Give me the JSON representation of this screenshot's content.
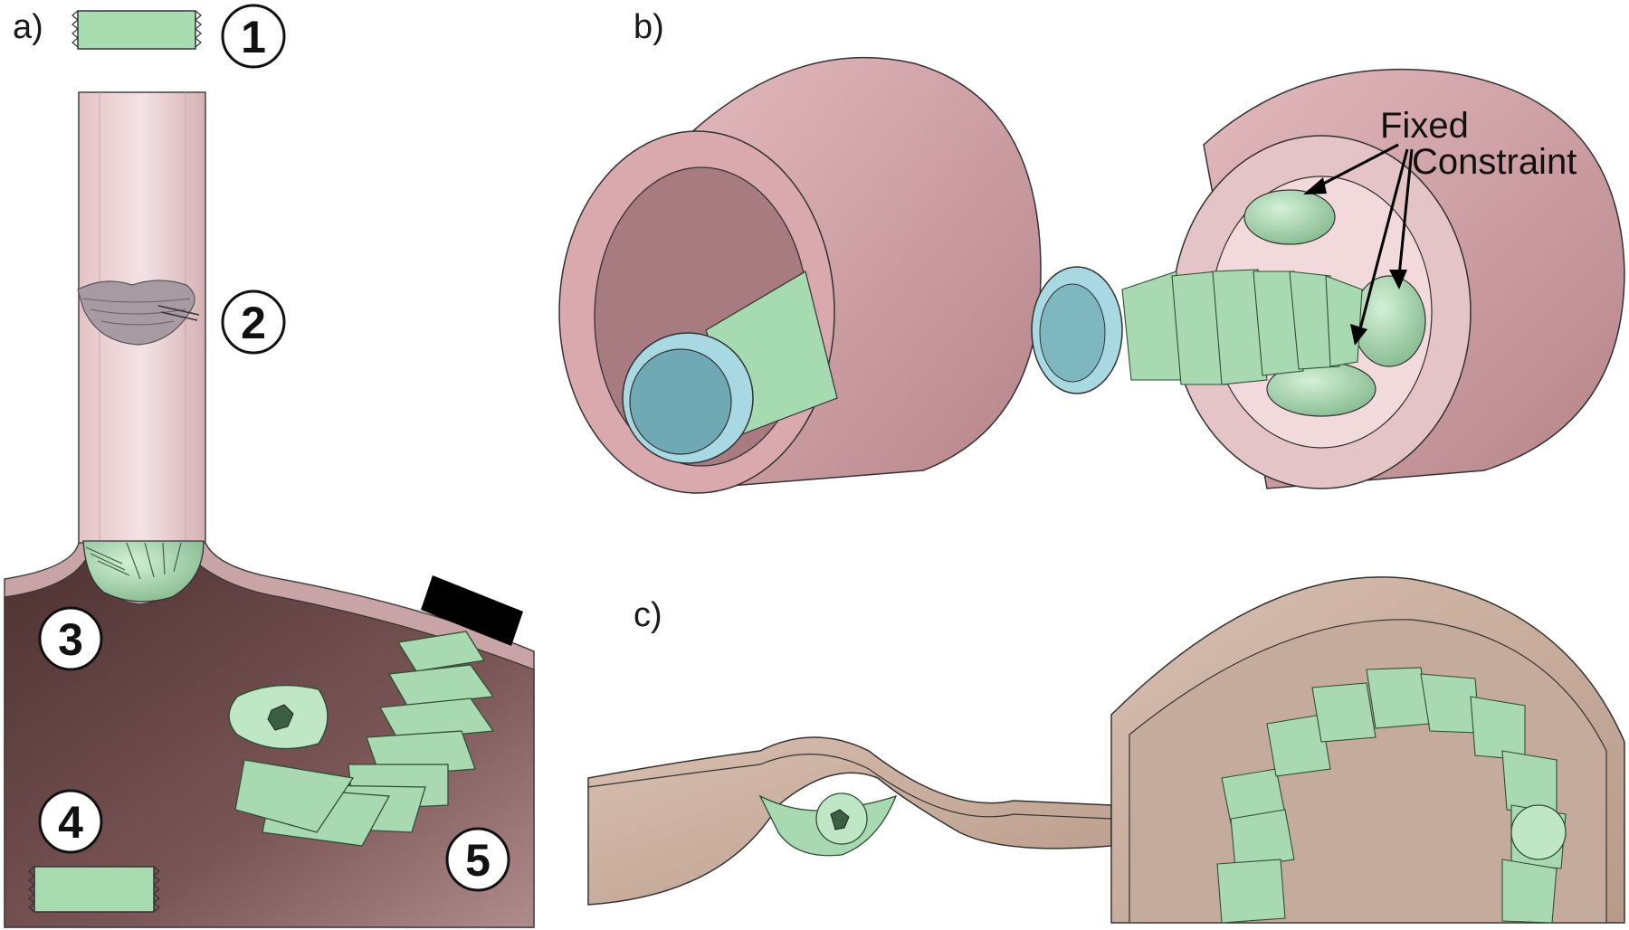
{
  "figure": {
    "panel_labels": {
      "a": "a)",
      "b": "b)",
      "c": "c)"
    },
    "steps": [
      "1",
      "2",
      "3",
      "4",
      "5"
    ],
    "annotation": {
      "line1": "Fixed",
      "line2": "Constraint"
    }
  },
  "colors": {
    "tube_pink": "#d9a8ad",
    "tube_pink_dark": "#b98a90",
    "tissue_dark": "#5e3f3f",
    "tissue_light": "#a67f80",
    "robot_green": "#a9d9b0",
    "robot_green_dark": "#5f8f67",
    "cap_blue": "#9ccfd8",
    "flesh_tan": "#c9ab99",
    "flesh_tan_dark": "#a88e80"
  }
}
